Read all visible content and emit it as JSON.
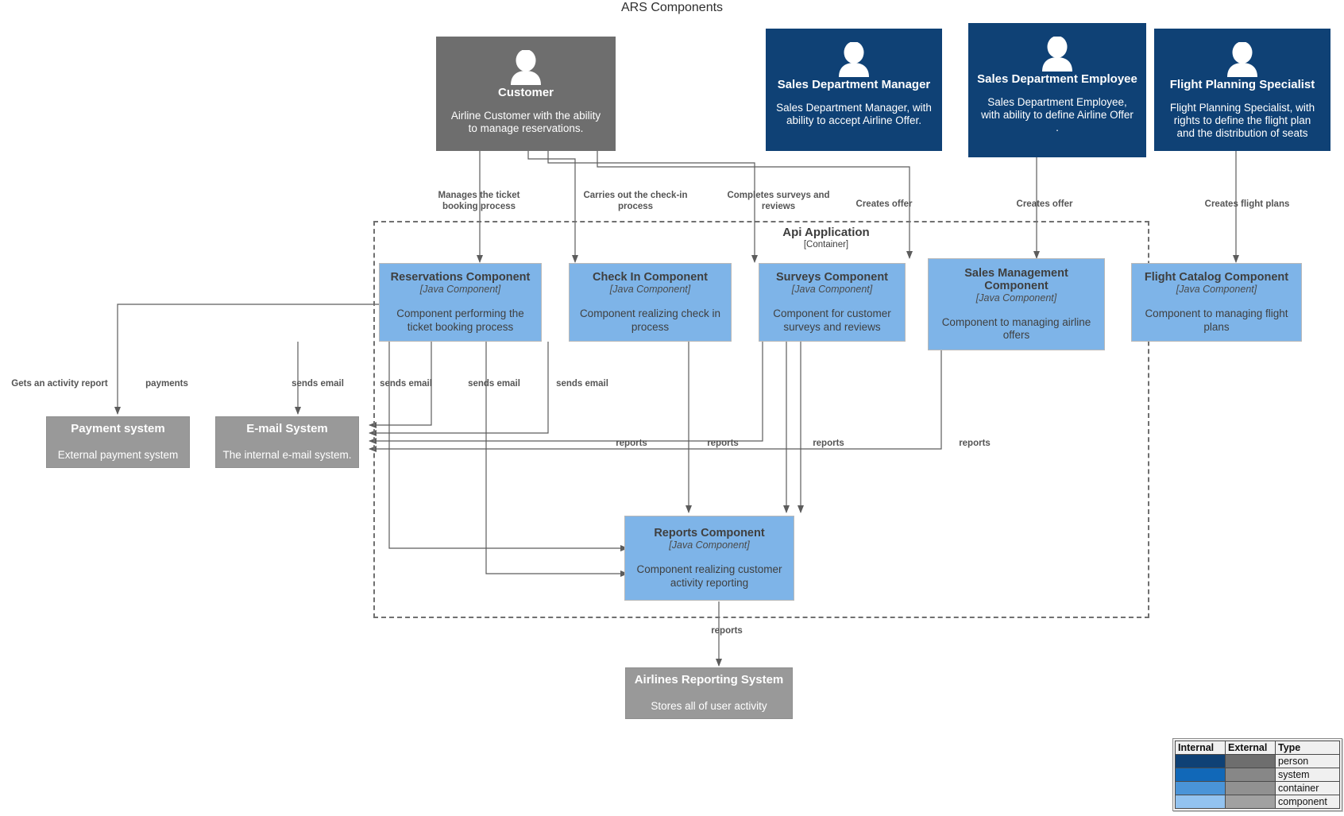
{
  "diagram": {
    "title": "ARS Components",
    "type": "c4-component-diagram"
  },
  "boundary": {
    "name": "Api Application",
    "type_label": "[Container]"
  },
  "people": [
    {
      "id": "customer",
      "title": "Customer",
      "desc": "Airline Customer with the ability to manage reservations.",
      "scope": "external",
      "color": "#6e6e6e"
    },
    {
      "id": "sales-department-manager",
      "title": "Sales Department Manager",
      "desc": "Sales Department Manager, with ability to accept Airline Offer.",
      "scope": "internal",
      "color": "#0f4175"
    },
    {
      "id": "sales-department-employee",
      "title": "Sales Department Employee",
      "desc": "Sales Department Employee, with ability to define Airline Offer .",
      "scope": "internal",
      "color": "#0f4175"
    },
    {
      "id": "flight-planning-specialist",
      "title": "Flight Planning Specialist",
      "desc": "Flight Planning Specialist, with rights to define the flight plan and the distribution of seats",
      "scope": "internal",
      "color": "#0f4175"
    }
  ],
  "components": [
    {
      "id": "reservations-component",
      "title": "Reservations Component",
      "tech": "[Java Component]",
      "desc": "Component  performing the ticket booking process"
    },
    {
      "id": "check-in-component",
      "title": "Check In Component",
      "tech": "[Java Component]",
      "desc": "Component realizing check in process"
    },
    {
      "id": "surveys-component",
      "title": "Surveys Component",
      "tech": "[Java Component]",
      "desc": "Component for customer surveys and reviews"
    },
    {
      "id": "sales-management-component",
      "title": "Sales Management Component",
      "tech": "[Java Component]",
      "desc": "Component to managing airline offers"
    },
    {
      "id": "flight-catalog-component",
      "title": "Flight Catalog Component",
      "tech": "[Java Component]",
      "desc": "Component to managing flight plans"
    },
    {
      "id": "reports-component",
      "title": "Reports Component",
      "tech": "[Java Component]",
      "desc": "Component realizing customer activity reporting"
    }
  ],
  "systems": [
    {
      "id": "payment-system",
      "title": "Payment system",
      "desc": "External payment system",
      "scope": "external",
      "color": "#999999"
    },
    {
      "id": "email-system",
      "title": "E-mail System",
      "desc": "The internal e-mail system.",
      "scope": "external",
      "color": "#999999"
    },
    {
      "id": "airlines-reporting-system",
      "title": "Airlines Reporting System",
      "desc": "Stores all of user activity",
      "scope": "external",
      "color": "#999999"
    }
  ],
  "edge_labels": [
    {
      "id": "manages-booking",
      "text": "Manages the ticket\nbooking process"
    },
    {
      "id": "carries-out-checkin",
      "text": "Carries out the check-in\nprocess"
    },
    {
      "id": "completes-surveys",
      "text": "Completes surveys and\nreviews"
    },
    {
      "id": "creates-offer-manager",
      "text": "Creates offer"
    },
    {
      "id": "creates-offer-employee",
      "text": "Creates offer"
    },
    {
      "id": "creates-flight-plans",
      "text": "Creates flight plans"
    },
    {
      "id": "gets-activity-report",
      "text": "Gets an activity report"
    },
    {
      "id": "payments",
      "text": "payments"
    },
    {
      "id": "sends-email-1",
      "text": "sends email"
    },
    {
      "id": "sends-email-2",
      "text": "sends email"
    },
    {
      "id": "sends-email-3",
      "text": "sends email"
    },
    {
      "id": "sends-email-4",
      "text": "sends email"
    },
    {
      "id": "reports-1",
      "text": "reports"
    },
    {
      "id": "reports-2",
      "text": "reports"
    },
    {
      "id": "reports-3",
      "text": "reports"
    },
    {
      "id": "reports-4",
      "text": "reports"
    },
    {
      "id": "reports-to-ars",
      "text": "reports"
    }
  ],
  "legend": {
    "headers": [
      "Internal",
      "External",
      "Type"
    ],
    "rows": [
      {
        "type": "person",
        "internal_color": "#0f4175",
        "external_color": "#6e6e6e"
      },
      {
        "type": "system",
        "internal_color": "#1168b8",
        "external_color": "#878787"
      },
      {
        "type": "container",
        "internal_color": "#4a94d8",
        "external_color": "#919191"
      },
      {
        "type": "component",
        "internal_color": "#93c3f0",
        "external_color": "#a1a1a1"
      }
    ]
  }
}
